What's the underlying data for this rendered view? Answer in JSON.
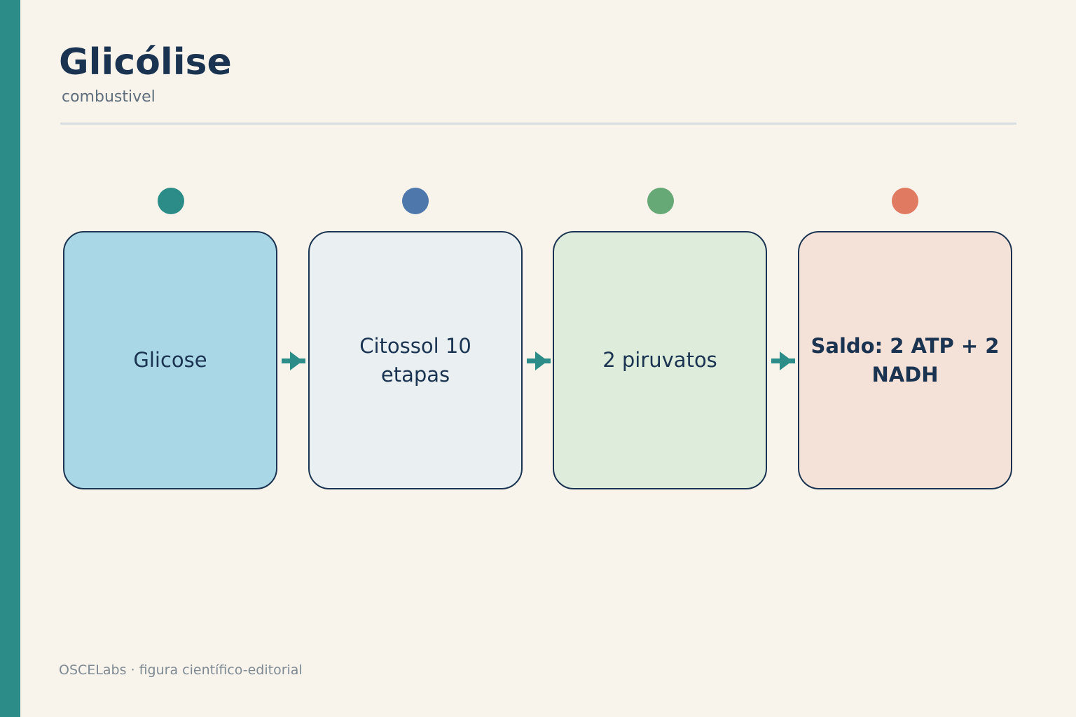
{
  "header": {
    "title": "Glicólise",
    "subtitle": "combustivel"
  },
  "steps": [
    {
      "label": "Glicose",
      "fill": "#a9d7e5",
      "marker_color": "#2b8c88"
    },
    {
      "label": "Citossol 10 etapas",
      "fill": "#eaf0f2",
      "marker_color": "#4e78ab"
    },
    {
      "label": "2 piruvatos",
      "fill": "#deeddb",
      "marker_color": "#67a877"
    },
    {
      "label": "Saldo: 2 ATP + 2 NADH",
      "fill": "#f4e1d8",
      "marker_color": "#e07a60"
    }
  ],
  "colors": {
    "accent": "#2b8c88",
    "ink": "#1a3350",
    "background": "#f8f4ec",
    "arrow": "#2b8c88"
  },
  "footer": {
    "credit": "OSCELabs · figura científico-editorial"
  }
}
